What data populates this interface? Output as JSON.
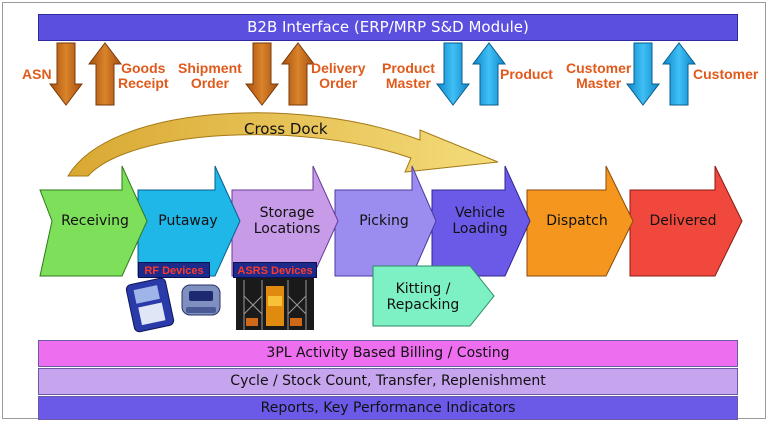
{
  "banner": "B2B Interface (ERP/MRP S&D Module)",
  "interface_labels": {
    "asn": "ASN",
    "goods_receipt": [
      "Goods",
      "Receipt"
    ],
    "shipment_order": [
      "Shipment",
      "Order"
    ],
    "delivery_order": [
      "Delivery",
      "Order"
    ],
    "product_master": [
      "Product",
      "Master"
    ],
    "product": "Product",
    "customer_master": [
      "Customer",
      "Master"
    ],
    "customer": "Customer"
  },
  "cross_dock": "Cross Dock",
  "stages": {
    "receiving": [
      "Receiving"
    ],
    "putaway": [
      "Putaway"
    ],
    "storage": [
      "Storage",
      "Locations"
    ],
    "picking": [
      "Picking"
    ],
    "vehicle": [
      "Vehicle",
      "Loading"
    ],
    "dispatch": [
      "Dispatch"
    ],
    "delivered": [
      "Delivered"
    ]
  },
  "kitting": [
    "Kitting /",
    "Repacking"
  ],
  "devices": {
    "rf": "RF Devices",
    "asrs": "ASRS Devices"
  },
  "bars": {
    "billing": "3PL Activity Based Billing / Costing",
    "cycle": "Cycle / Stock Count, Transfer, Replenishment",
    "reports": "Reports, Key Performance Indicators"
  },
  "colors": {
    "banner": "#5b4fe0",
    "label_orange": "#e05a1c",
    "arrow_brown": "#c9701c",
    "arrow_blue": "#1fa8e8",
    "receiving": "#7ee05a",
    "putaway": "#1fb6e8",
    "storage": "#c79be8",
    "picking": "#9b8cf0",
    "vehicle": "#6b5ae8",
    "dispatch": "#f5961e",
    "delivered": "#f0483c",
    "kitting": "#7df0c4",
    "cross_dock": "#f2cf58",
    "bar_billing": "#ee6ef0",
    "bar_cycle": "#c7a4ee",
    "bar_reports": "#6b5ae8"
  }
}
